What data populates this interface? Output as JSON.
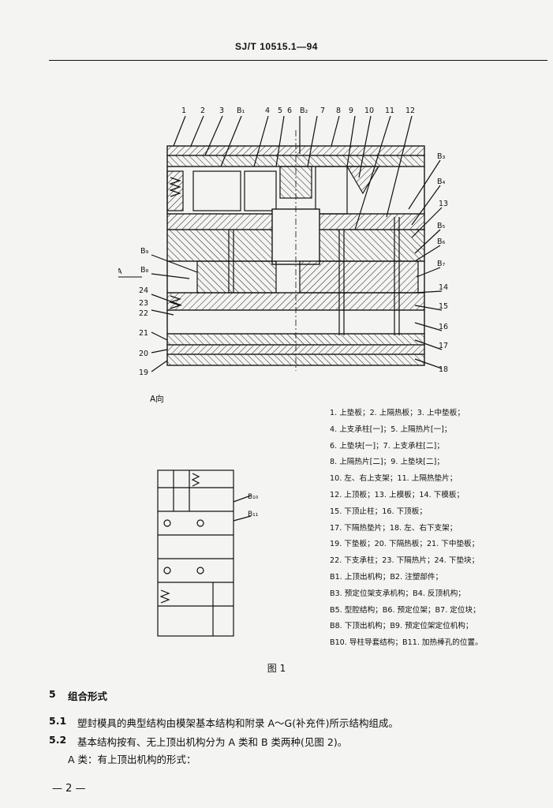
{
  "header": {
    "standard_no": "SJ/T 10515.1—94"
  },
  "figure1": {
    "main_view_labels": {
      "top": [
        "1",
        "2",
        "3",
        "B₁",
        "4",
        "5",
        "6",
        "B₂",
        "7",
        "8",
        "9",
        "10",
        "11",
        "12"
      ],
      "right": [
        "B₃",
        "B₄",
        "13",
        "B₅",
        "B₆",
        "B₇",
        "14",
        "15",
        "16",
        "17",
        "18"
      ],
      "left": [
        "B₉",
        "B₈",
        "24",
        "23",
        "22",
        "21",
        "20",
        "19"
      ],
      "section_marker": "A"
    },
    "view_a_title": "A向",
    "view_a_labels": [
      "B₁₀",
      "B₁₁"
    ],
    "caption": "图 1",
    "legend": [
      "1. 上垫板；2. 上隔热板；3. 上中垫板；",
      "4. 上支承柱[一]；5. 上隔热片[一]；",
      "6. 上垫块[一]；7. 上支承柱[二]；",
      "8. 上隔热片[二]；9. 上垫块[二]；",
      "10. 左、右上支架；11. 上隔热垫片；",
      "12. 上顶板；13. 上模板；14. 下模板；",
      "15. 下顶止柱；16. 下顶板；",
      "17. 下隔热垫片；18. 左、右下支架；",
      "19. 下垫板；20. 下隔热板；21. 下中垫板；",
      "22. 下支承柱；23. 下隔热片；24. 下垫块；",
      "B1. 上顶出机构；B2. 注塑部件；",
      "B3. 预定位架支承机构；B4. 反顶机构；",
      "B5. 型腔结构；B6. 预定位架；B7. 定位块；",
      "B8. 下顶出机构；B9. 预定位架定位机构；",
      "B10. 导柱导套结构；B11. 加热棒孔的位置。"
    ]
  },
  "section5": {
    "number": "5",
    "title": "组合形式",
    "items": [
      {
        "number": "5.1",
        "text": "塑封模具的典型结构由模架基本结构和附录 A～G(补充件)所示结构组成。"
      },
      {
        "number": "5.2",
        "text": "基本结构按有、无上顶出机构分为 A 类和 B 类两种(见图 2)。"
      }
    ],
    "class_a_line": "A 类：有上顶出机构的形式："
  },
  "footer": {
    "page_number": "— 2 —"
  }
}
